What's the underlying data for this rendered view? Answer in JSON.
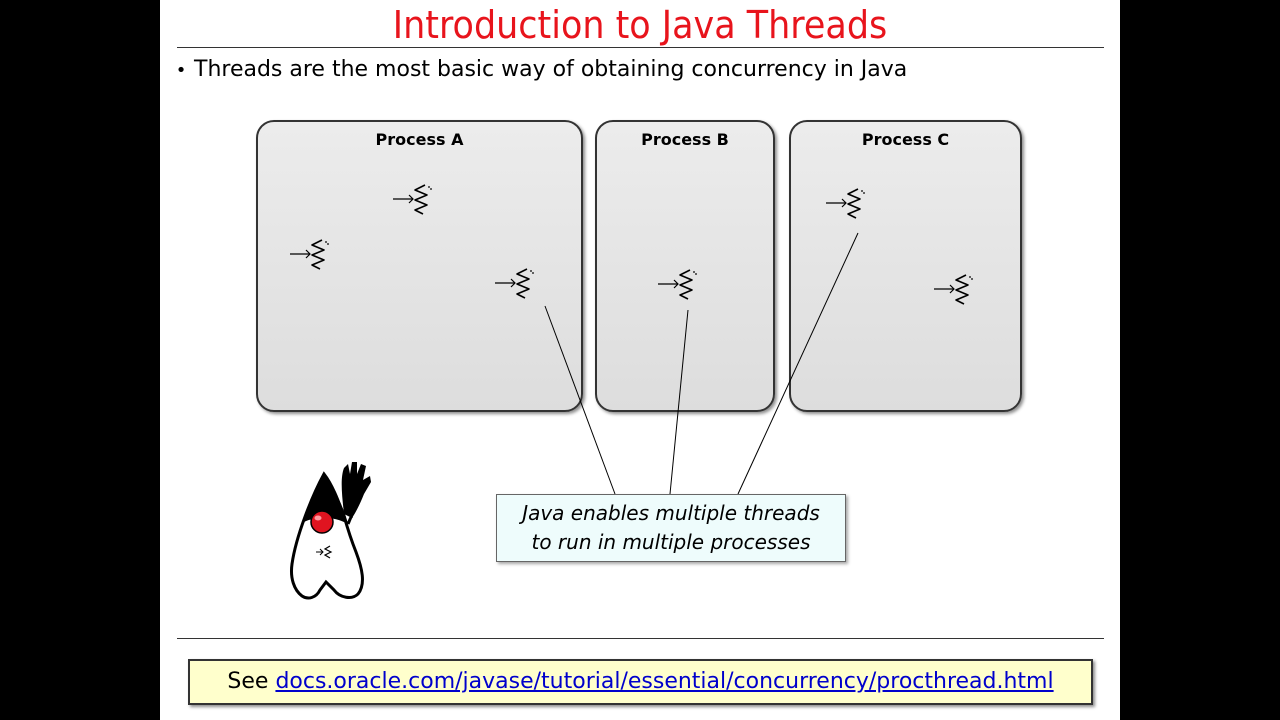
{
  "slide": {
    "title": "Introduction to Java Threads",
    "bullet_symbol": "•",
    "bullet": "Threads are the most basic way of obtaining concurrency in Java"
  },
  "diagram": {
    "processes": [
      {
        "label": "Process A"
      },
      {
        "label": "Process B"
      },
      {
        "label": "Process C"
      }
    ],
    "callout_lines": [
      "Java enables multiple threads",
      "to run in multiple processes"
    ]
  },
  "footer": {
    "see_label": "See",
    "link_text": "docs.oracle.com/javase/tutorial/essential/concurrency/procthread.html"
  },
  "colors": {
    "title": "#e8141c",
    "callout_bg": "#eefcfc",
    "footer_bg": "#ffffcc",
    "link": "#0000cc"
  },
  "icons": [
    "thread-icon",
    "duke-mascot-icon"
  ]
}
